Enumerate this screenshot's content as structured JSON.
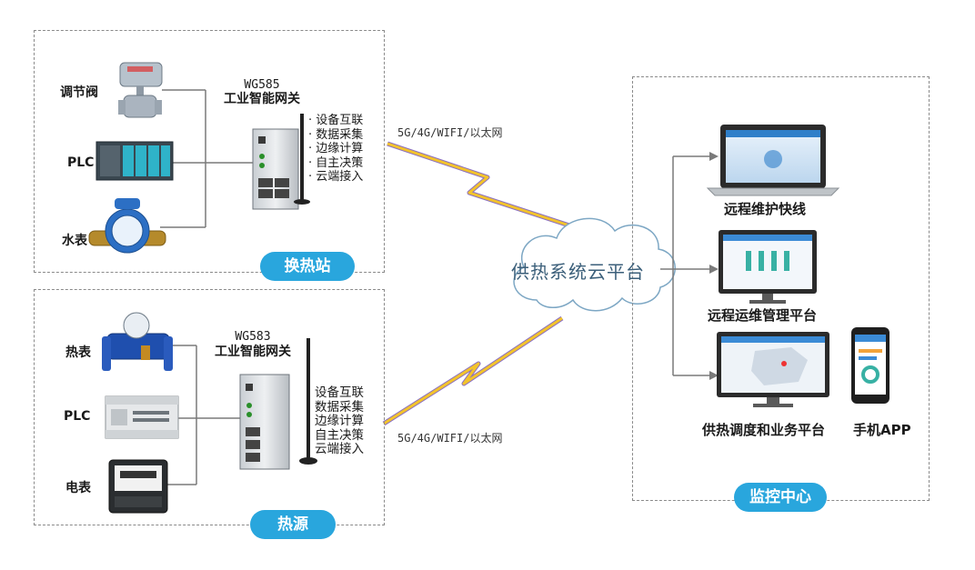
{
  "station": {
    "title": "换热站",
    "devices": [
      "调节阀",
      "PLC",
      "水表"
    ],
    "gateway_model": "WG585",
    "gateway_name": "工业智能网关",
    "features": [
      "设备互联",
      "数据采集",
      "边缘计算",
      "自主决策",
      "云端接入"
    ]
  },
  "source": {
    "title": "热源",
    "devices": [
      "热表",
      "PLC",
      "电表"
    ],
    "gateway_model": "WG583",
    "gateway_name": "工业智能网关",
    "features": [
      "设备互联",
      "数据采集",
      "边缘计算",
      "自主决策",
      "云端接入"
    ]
  },
  "network_label_top": "5G/4G/WIFI/以太网",
  "network_label_bottom": "5G/4G/WIFI/以太网",
  "cloud": {
    "label": "供热系统云平台"
  },
  "monitor": {
    "title": "监控中心",
    "apps": [
      "远程维护快线",
      "远程运维管理平台",
      "供热调度和业务平台",
      "手机APP"
    ]
  },
  "colors": {
    "accent": "#29a6dd",
    "lightning": "#f2c32c",
    "lightning_edge": "#8a6fc2",
    "connector": "#7a7a7a"
  }
}
